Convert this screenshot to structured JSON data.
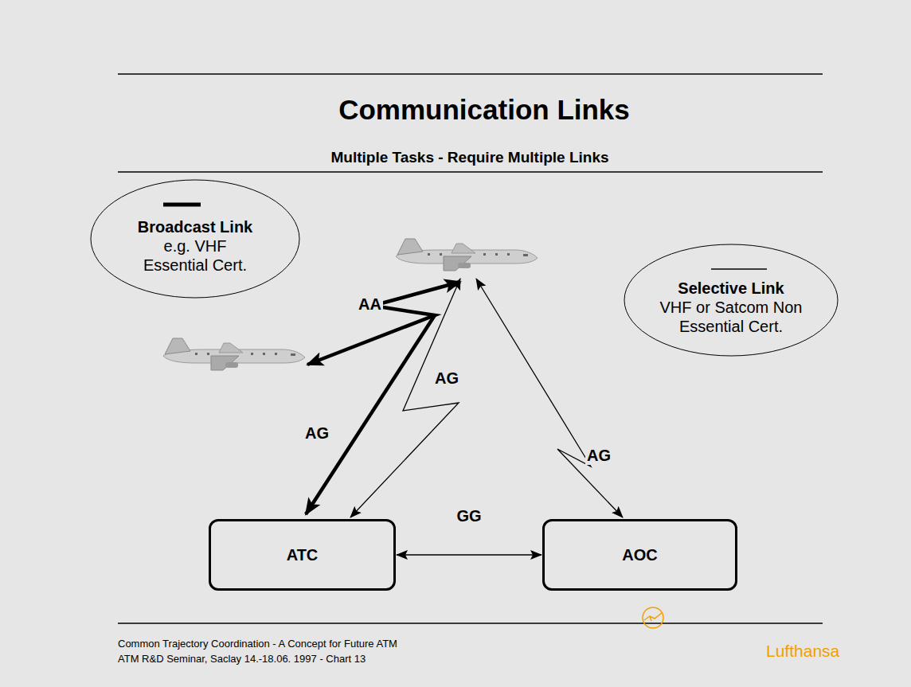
{
  "diagram": {
    "title": "Communication Links",
    "nodes": [
      {
        "text": [
          "Broadcast Link",
          "e.g. VHF Essential Cert."
        ]
      },
      {
        "text": [
          "Selective Link",
          "VHF or Satcom Non Essential Cert."
        ]
      },
      {
        "text": [
          "ATC"
        ]
      },
      {
        "text": [
          "AOC"
        ]
      }
    ],
    "edges": [
      {
        "from": 2,
        "to": 3,
        "label": "GG",
        "arrow": "both"
      }
    ],
    "labels": [
      "Multiple Tasks - Require Multiple Links",
      "AA",
      "AG",
      "AG",
      "AG",
      "Common Trajectory Coordination - A Concept for Future ATM",
      "ATM R&D Seminar, Saclay 14.-18.06. 1997 - Chart 13",
      "Lufthansa"
    ]
  }
}
